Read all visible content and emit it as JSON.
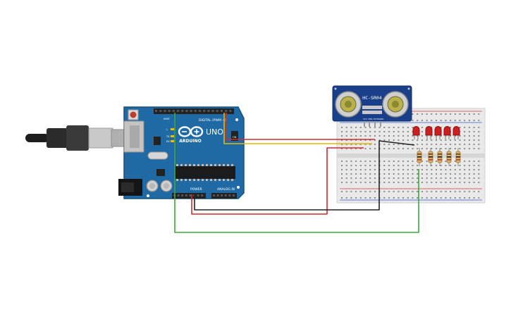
{
  "arduino": {
    "logo_text": "ARDUINO",
    "model": "UNO",
    "digital_label": "DIGITAL (PWM ~)",
    "power_label": "POWER",
    "analog_label": "ANALOG IN",
    "aref_label": "AREF",
    "gnd_label": "GND",
    "tx_label": "TX",
    "rx_label": "RX",
    "on_label": "ON",
    "l_label": "L"
  },
  "sensor": {
    "label": "HC-SR04",
    "pins": [
      "VCC",
      "TRIG",
      "ECHO",
      "GND"
    ]
  },
  "leds": {
    "count": 5,
    "color": "#cc1f1f"
  },
  "resistors": {
    "count": 5
  },
  "wires": [
    {
      "name": "wire-trig",
      "color": "#d42a2a"
    },
    {
      "name": "wire-echo",
      "color": "#e0b800"
    },
    {
      "name": "wire-5v",
      "color": "#d42a2a"
    },
    {
      "name": "wire-gnd",
      "color": "#222222"
    },
    {
      "name": "wire-led",
      "color": "#3aa83a"
    }
  ],
  "colors": {
    "board": "#1f6aa5",
    "breadboard": "#e9e9e9",
    "sensor_board": "#1a3f8a"
  }
}
